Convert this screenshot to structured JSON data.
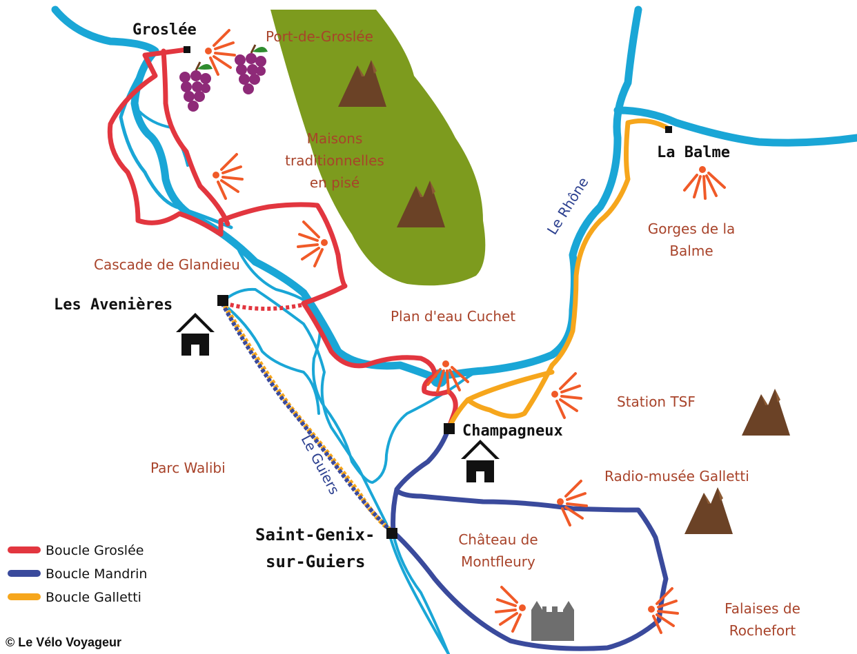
{
  "towns": {
    "groslee": "Groslée",
    "la_balme": "La Balme",
    "les_avenieres": "Les Avenières",
    "champagneux": "Champagneux",
    "saint_genix_1": "Saint-Genix-",
    "saint_genix_2": "sur-Guiers"
  },
  "points_of_interest": {
    "port_groslee": "Port-de-Groslée",
    "maisons_1": "Maisons",
    "maisons_2": "traditionnelles",
    "maisons_3": "en pisé",
    "gorges_1": "Gorges de la",
    "gorges_2": "Balme",
    "cascade": "Cascade de Glandieu",
    "plan_eau": "Plan d'eau Cuchet",
    "station_tsf": "Station TSF",
    "parc_walibi": "Parc Walibi",
    "radio_musee": "Radio-musée Galletti",
    "chateau_1": "Château de",
    "chateau_2": "Montfleury",
    "falaises_1": "Falaises de",
    "falaises_2": "Rochefort"
  },
  "rivers": {
    "rhone": "Le Rhône",
    "guiers": "Le Guiers"
  },
  "legend": [
    {
      "label": "Boucle Groslée",
      "color": "#e2363f"
    },
    {
      "label": "Boucle Mandrin",
      "color": "#3a4a9c"
    },
    {
      "label": "Boucle Galletti",
      "color": "#f6a61c"
    }
  ],
  "colors": {
    "river": "#1aa6d6",
    "forest": "#7d9b1e",
    "mountain": "#6b4226",
    "poi_marker": "#f05a28"
  },
  "copyright": "© Le Vélo Voyageur"
}
